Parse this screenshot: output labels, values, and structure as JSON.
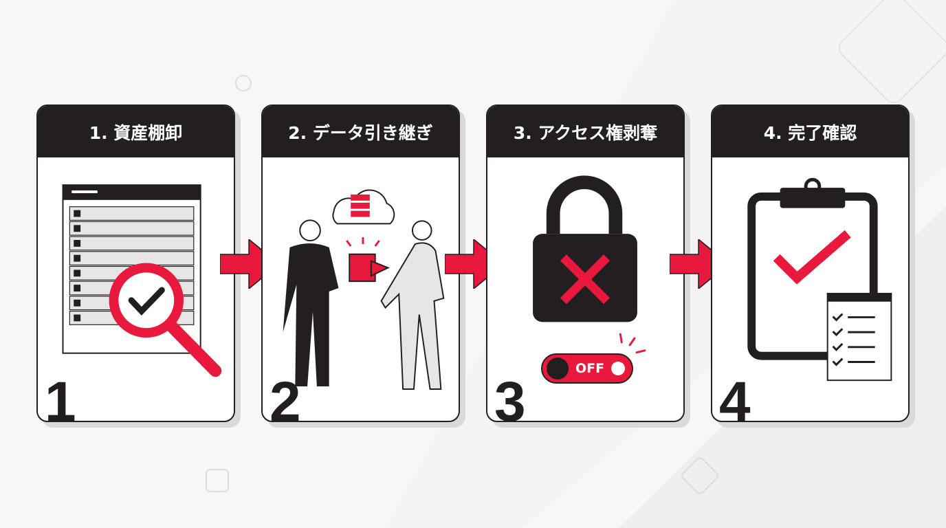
{
  "steps": [
    {
      "title": "1. 資産棚卸",
      "number": "1"
    },
    {
      "title": "2. データ引き継ぎ",
      "number": "2"
    },
    {
      "title": "3. アクセス権剥奪",
      "number": "3",
      "toggle_label": "OFF"
    },
    {
      "title": "4. 完了確認",
      "number": "4"
    }
  ],
  "colors": {
    "accent": "#e8193c",
    "dark": "#231f20"
  }
}
